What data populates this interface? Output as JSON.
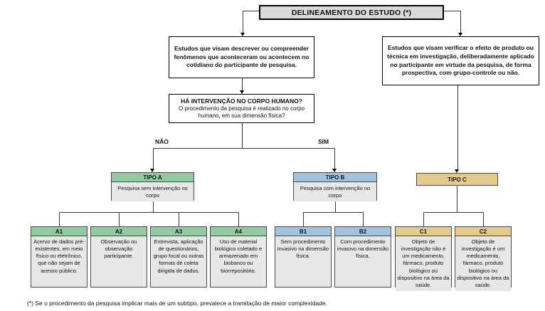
{
  "title": "DELINEAMENTO DO ESTUDO (*)",
  "branches": {
    "left": "Estudos que visam descrever ou compreender fenômenos que aconteceram ou acontecem no cotidiano do participante de pesquisa.",
    "right": "Estudos que visam verificar o efeito de produto ou técnica em investigação, deliberadamente aplicado no participante em virtude da pesquisa, de forma prospectiva, com grupo-controle ou não."
  },
  "question": {
    "heading": "HÁ INTERVENÇÃO NO CORPO HUMANO?",
    "body": "O procedimento da pesquisa é realizado no corpo humano, em sua dimensão física?"
  },
  "decision": {
    "no_label": "NÃO",
    "yes_label": "SIM"
  },
  "types": [
    {
      "id": "TIPO A",
      "description": "Pesquisa sem intervenção no corpo"
    },
    {
      "id": "TIPO B",
      "description": "Pesquisa com intervenção no corpo"
    },
    {
      "id": "TIPO C"
    }
  ],
  "subtypes": [
    {
      "id": "A1",
      "text": "Acervo de dados pré-existentes, em meio físico ou eletrônico, que não sejam de acesso público."
    },
    {
      "id": "A2",
      "text": "Observação ou observação participante."
    },
    {
      "id": "A3",
      "text": "Entrevista, aplicação de questionários, grupo focal ou outras formas de coleta dirigida de dados."
    },
    {
      "id": "A4",
      "text": "Uso de material biológico coletado e armazenado em biobanco ou biorrepositório."
    },
    {
      "id": "B1",
      "text": "Sem procedimento invasivo na dimensão física."
    },
    {
      "id": "B2",
      "text": "Com procedimento invasivo na dimensão física."
    },
    {
      "id": "C1",
      "text": "Objeto de investigação não é um medicamento, fármaco, produto biológico ou dispositivo na área da saúde."
    },
    {
      "id": "C2",
      "text": "Objeto de investigação é um medicamento, fármaco, produto biológico ou dispositivo na área da saúde."
    }
  ],
  "footnote": "(*) Se o procedimento da pesquisa implicar mais de um subtipo, prevalece a tramitação de maior complexidade.",
  "colors": {
    "group_a": "#93c9a3",
    "group_b": "#a3c2de",
    "group_c": "#e2cc8d",
    "box_body": "#e7e7e7",
    "title_fill": "#d9d9d9",
    "connector": "#3a3a3a"
  }
}
